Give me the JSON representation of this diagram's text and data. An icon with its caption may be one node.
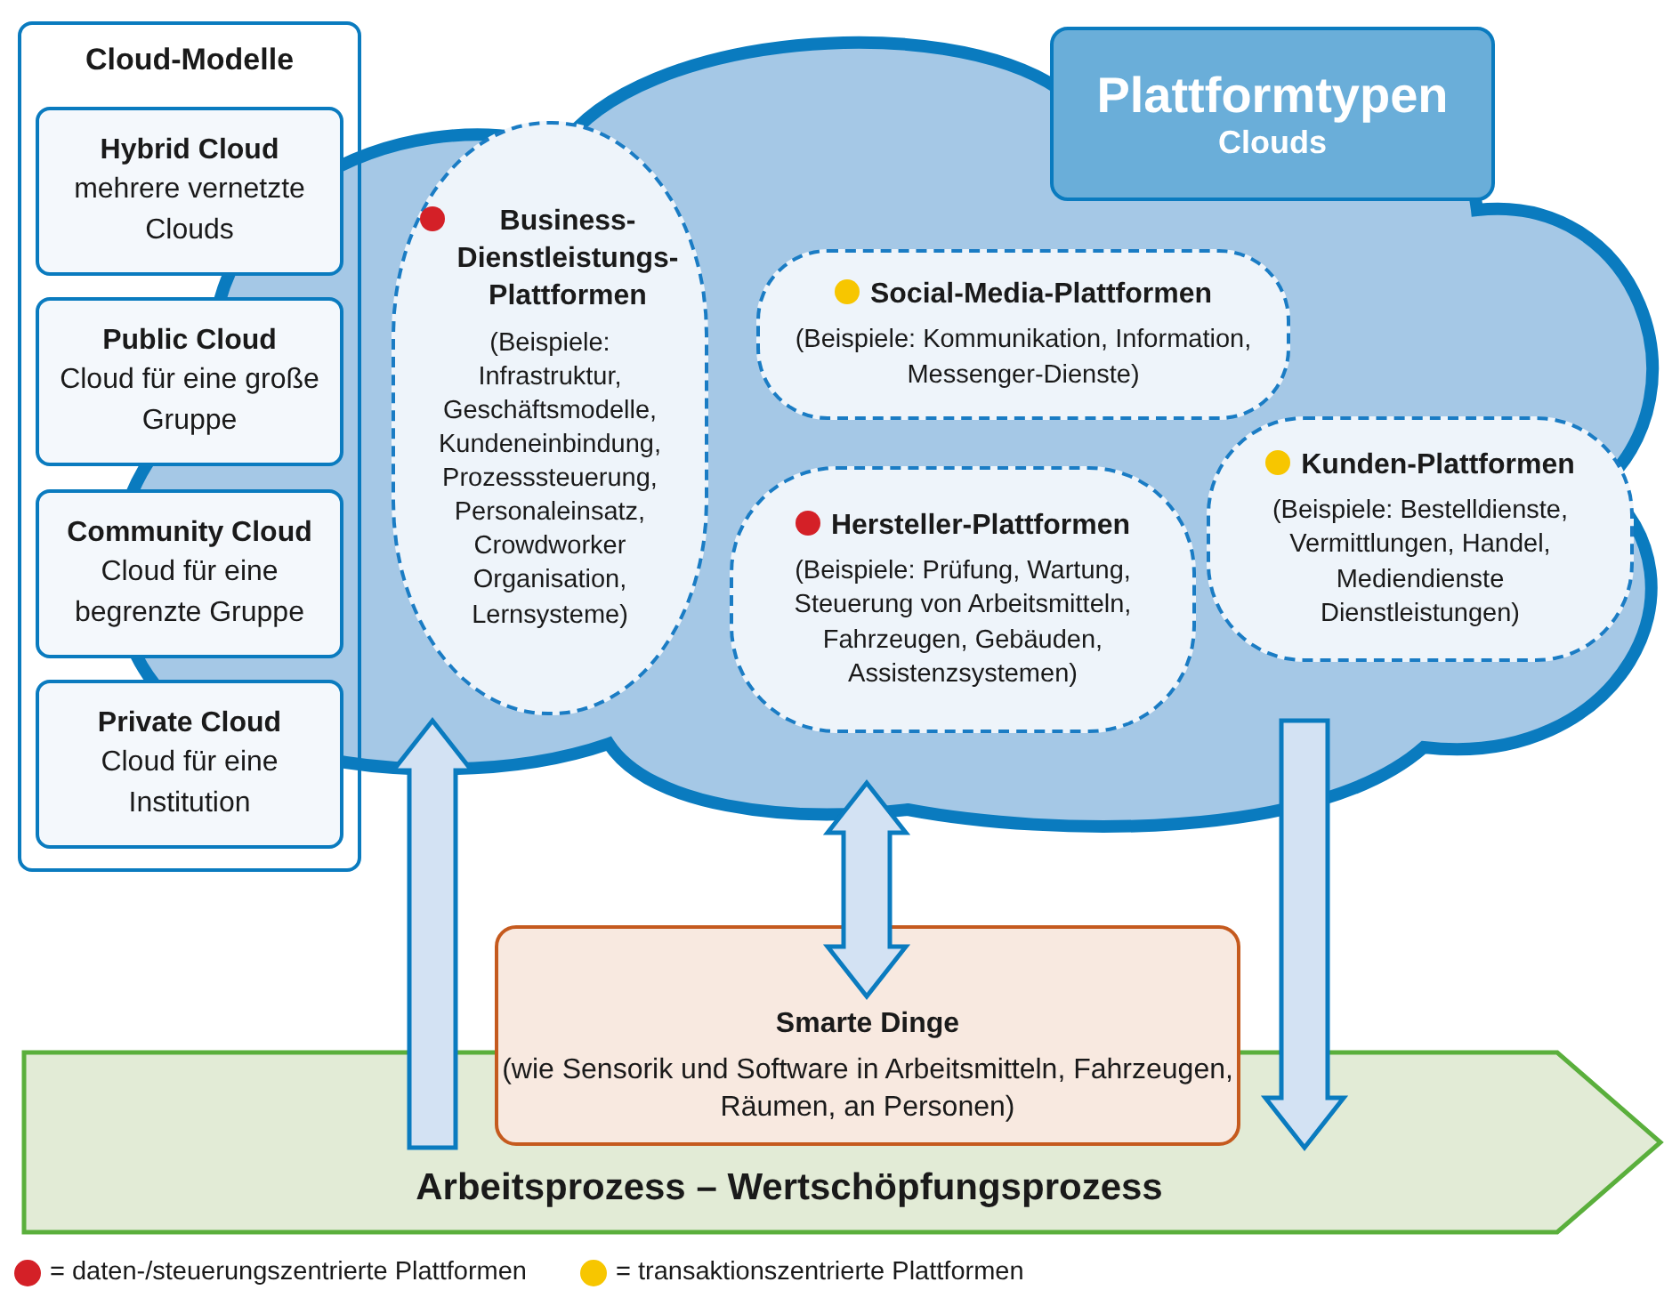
{
  "diagram": {
    "nodes": [
      {
        "text": [
          "Cloud-Modelle"
        ]
      },
      {
        "text": [
          "Hybrid Cloud",
          "mehrere vernetzte Clouds"
        ],
        "in": 0
      },
      {
        "text": [
          "Public Cloud",
          "Cloud für eine große Gruppe"
        ],
        "in": 0
      },
      {
        "text": [
          "Community Cloud",
          "Cloud für eine begrenzte Gruppe"
        ],
        "in": 0
      },
      {
        "text": [
          "Private Cloud",
          "Cloud für eine Institution"
        ],
        "in": 0
      },
      {
        "text": [],
        "shape": "cloud"
      },
      {
        "text": [
          "Plattformtypen",
          "Clouds"
        ]
      },
      {
        "text": [
          "Business-Dienstleistungs-Plattformen",
          "(Beispiele: Infrastruktur, Geschäftsmodelle, Kundeneinbindung, Prozesssteuerung, Personaleinsatz, Crowdworker Organisation, Lernsysteme)"
        ],
        "in": 5
      },
      {
        "text": [
          "Social-Media-Plattformen",
          "(Beispiele: Kommunikation, Information, Messenger-Dienste)"
        ],
        "in": 5
      },
      {
        "text": [
          "Hersteller-Plattformen",
          "(Beispiele: Prüfung, Wartung, Steuerung von Arbeitsmitteln, Fahrzeugen, Gebäuden, Assistenzsystemen)"
        ],
        "in": 5
      },
      {
        "text": [
          "Kunden-Plattformen",
          "(Beispiele: Bestelldienste, Vermittlungen, Handel, Mediendienste Dienstleistungen)"
        ],
        "in": 5
      },
      {
        "text": [
          "Smarte Dinge",
          "(wie Sensorik und Software in Arbeitsmitteln, Fahrzeugen, Räumen, an Personen)"
        ]
      },
      {
        "text": [
          "Arbeitsprozess – Wertschöpfungsprozess"
        ]
      }
    ],
    "edges": [
      {
        "from": 12,
        "to": 7,
        "arrow": "to"
      },
      {
        "from": 11,
        "to": 9,
        "arrow": "both"
      },
      {
        "from": 10,
        "to": 12,
        "arrow": "to"
      }
    ],
    "legend": [
      {
        "text": "= daten-/steuerungszentrierte Plattformen",
        "color": "#d42027"
      },
      {
        "text": "= transaktionszentrierte Plattformen",
        "color": "#f7c600"
      }
    ]
  }
}
